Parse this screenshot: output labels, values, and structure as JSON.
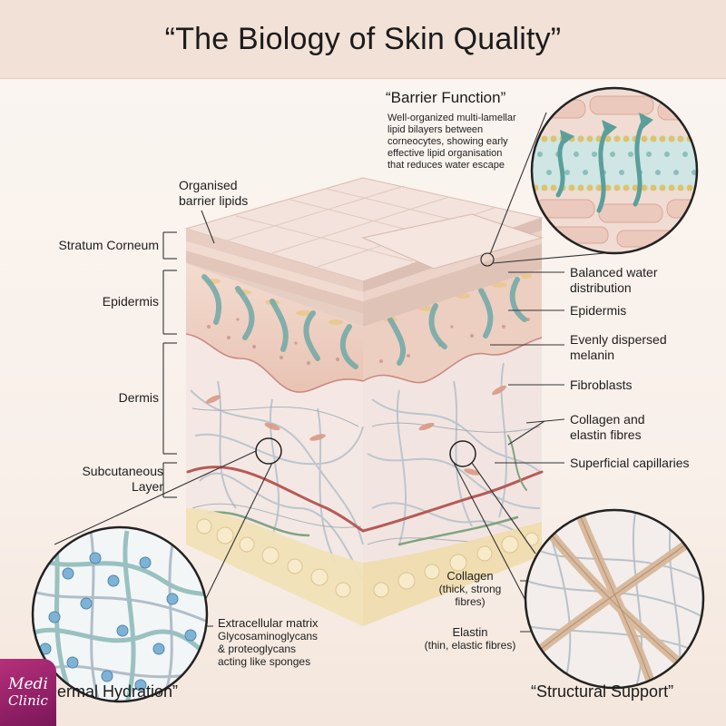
{
  "title": "“The Biology of Skin Quality”",
  "left_labels": {
    "stratum_corneum": "Stratum Corneum",
    "epidermis": "Epidermis",
    "dermis": "Dermis",
    "subcutaneous_line1": "Subcutaneous",
    "subcutaneous_line2": "Layer"
  },
  "top_left_note": {
    "line1": "Organised",
    "line2": "barrier lipids"
  },
  "barrier": {
    "title": "“Barrier Function”",
    "desc1": "Well-organized multi-lamellar",
    "desc2": "lipid bilayers between",
    "desc3": "corneocytes, showing early",
    "desc4": "effective lipid organisation",
    "desc5": "that reduces water escape"
  },
  "right_labels": {
    "balanced1": "Balanced water",
    "balanced2": "distribution",
    "epidermis": "Epidermis",
    "melanin1": "Evenly dispersed",
    "melanin2": "melanin",
    "fibroblasts": "Fibroblasts",
    "collagen1": "Collagen and",
    "collagen2": "elastin fibres",
    "capillaries": "Superficial capillaries"
  },
  "hydration": {
    "title": "“Dermal Hydration”",
    "ecm1": "Extracellular matrix",
    "ecm2": "Glycosaminoglycans",
    "ecm3": "& proteoglycans",
    "ecm4": "acting like sponges"
  },
  "support": {
    "title": "“Structural Support”",
    "collagen": "Collagen",
    "collagen_sub1": "(thick, strong",
    "collagen_sub2": "fibres)",
    "elastin": "Elastin",
    "elastin_sub": "(thin, elastic fibres)"
  },
  "logo": {
    "line1": "Medi",
    "line2": "Clinic"
  },
  "colors": {
    "header": "#f1e1d6",
    "stratum": "#f0ddd5",
    "epidermis": "#efd5c8",
    "dermis": "#f6ece8",
    "fat": "#f2e1b8",
    "teal": "#5fa7a4",
    "fibre": "#b9c4cf",
    "vessel": "#b04a48",
    "logo": "#a22a71"
  }
}
